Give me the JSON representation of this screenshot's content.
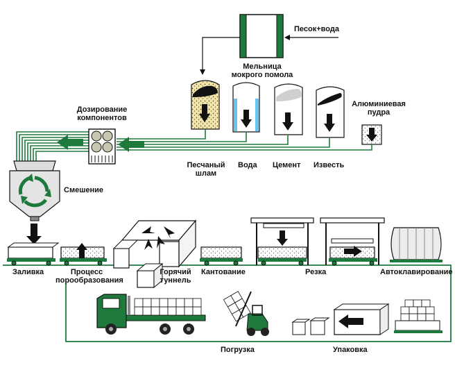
{
  "colors": {
    "process_green": "#1e7a3c",
    "dark_green": "#0f5a28",
    "light_green": "#4aa76a",
    "outline": "#111111",
    "water_blue": "#6ac3e8",
    "sand": "#f2e3a8",
    "cement_gray": "#cfcfcf"
  },
  "labels": {
    "sand_water": "Песок+вода",
    "mill": "Мельница мокрого помола",
    "dosing": "Дозирование компонентов",
    "aluminium_powder": "Алюминиевая пудра",
    "sand_slurry": "Песчаный шлам",
    "water": "Вода",
    "cement": "Цемент",
    "lime": "Известь",
    "mixing": "Смешение",
    "pouring": "Заливка",
    "pore_forming": "Процесс порообразования",
    "hot_tunnel": "Горячий туннель",
    "tilting": "Кантование",
    "cutting": "Резка",
    "autoclaving": "Автоклавирование",
    "loading": "Погрузка",
    "packing": "Упаковка"
  },
  "icons": {
    "mill": "ball-mill-icon",
    "silo": "silo-icon",
    "dosing": "dosing-unit-icon",
    "mixer": "mixer-icon",
    "mold": "mold-cart-icon",
    "truck": "truck-icon",
    "forklift": "forklift-icon",
    "autoclave": "autoclave-icon"
  }
}
